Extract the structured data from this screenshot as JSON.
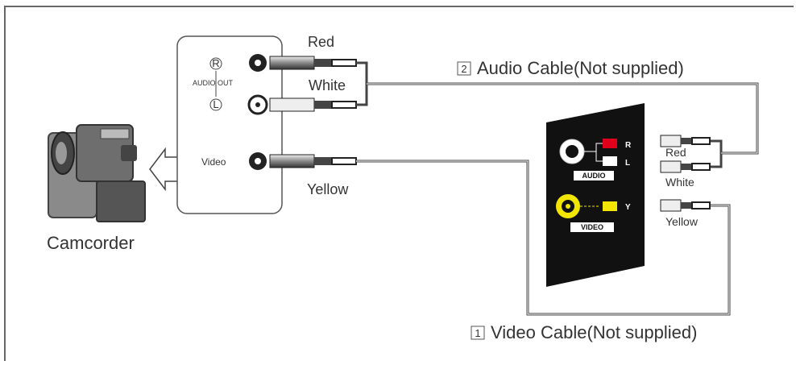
{
  "camcorder": {
    "label": "Camcorder",
    "audio_out_label": "AUDIO OUT",
    "jack_r": "R",
    "jack_l": "L",
    "video_label": "Video"
  },
  "cable_colors_left": {
    "red": "Red",
    "white": "White",
    "yellow": "Yellow"
  },
  "tv_panel": {
    "audio_label": "AUDIO",
    "video_label": "VIDEO",
    "r": "R",
    "l": "L",
    "y": "Y"
  },
  "cable_colors_right": {
    "red": "Red",
    "white": "White",
    "yellow": "Yellow"
  },
  "cables": {
    "audio_number": "2",
    "audio_label": "Audio Cable(Not supplied)",
    "video_number": "1",
    "video_label": "Video Cable(Not supplied)"
  },
  "colors": {
    "red_plug": "#e0001b",
    "yellow_plug": "#f2e600",
    "panel": "#111111"
  }
}
